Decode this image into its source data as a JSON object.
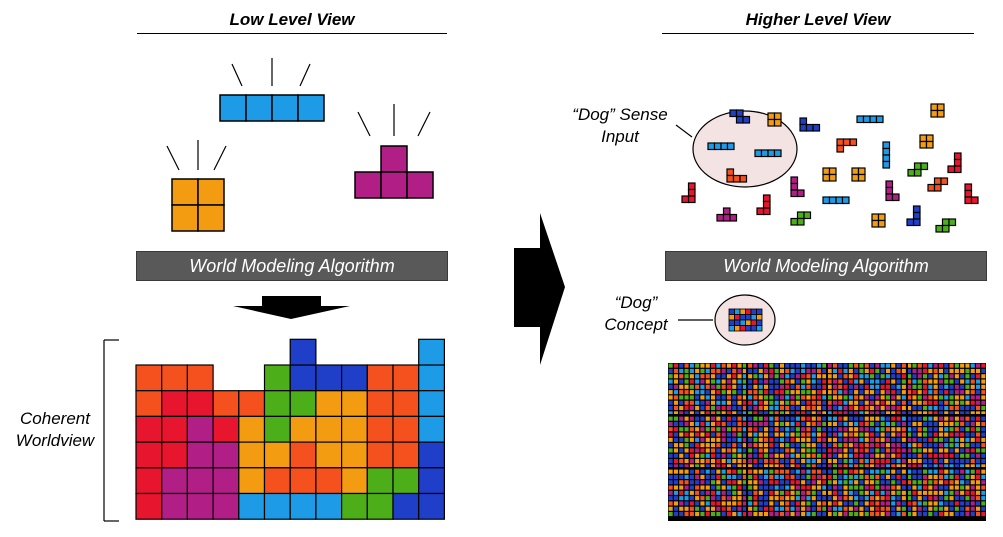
{
  "low_level": {
    "title": "Low Level View",
    "algorithm_label": "World Modeling Algorithm",
    "worldview_label_line1": "Coherent",
    "worldview_label_line2": "Worldview"
  },
  "high_level": {
    "title": "Higher Level View",
    "algorithm_label": "World Modeling Algorithm",
    "sense_label_line1": "“Dog” Sense",
    "sense_label_line2": "Input",
    "concept_label_line1": "“Dog”",
    "concept_label_line2": "Concept"
  },
  "colors": {
    "blue_light": "#1e9be6",
    "blue_dark": "#1f3fc8",
    "orange": "#f39c12",
    "orange_red": "#f4511e",
    "red": "#e8152f",
    "magenta": "#b01e86",
    "green": "#4caf1a",
    "bar_gray": "#595959",
    "bubble_fill": "#f4e3e3"
  },
  "icons": {
    "arrow": "big-right-arrow-icon",
    "down_arrow": "down-arrow-icon"
  }
}
